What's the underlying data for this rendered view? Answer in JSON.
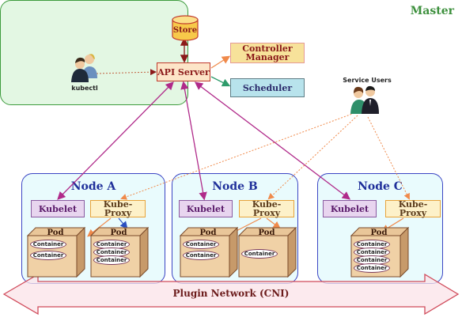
{
  "master": {
    "title": "Master"
  },
  "store": {
    "label": "Store"
  },
  "api_server": {
    "label": "API Server"
  },
  "controller_manager": {
    "label": "Controller Manager"
  },
  "scheduler": {
    "label": "Scheduler"
  },
  "kubectl": {
    "label": "kubectl"
  },
  "service_users": {
    "label": "Service Users"
  },
  "nodes": [
    {
      "title": "Node A",
      "kubelet": "Kubelet",
      "kube_proxy": "Kube-Proxy",
      "pods": [
        {
          "label": "Pod",
          "containers": [
            "Container",
            "Container"
          ]
        },
        {
          "label": "Pod",
          "containers": [
            "Container",
            "Container",
            "Container"
          ]
        }
      ]
    },
    {
      "title": "Node B",
      "kubelet": "Kubelet",
      "kube_proxy": "Kube-Proxy",
      "pods": [
        {
          "label": "Pod",
          "containers": [
            "Container",
            "Container"
          ]
        },
        {
          "label": "Pod",
          "containers": [
            "Container"
          ]
        }
      ]
    },
    {
      "title": "Node C",
      "kubelet": "Kubelet",
      "kube_proxy": "Kube-Proxy",
      "pods": [
        {
          "label": "Pod",
          "containers": [
            "Container",
            "Container",
            "Container",
            "Container"
          ]
        }
      ]
    }
  ],
  "network": {
    "label": "Plugin Network (CNI)"
  },
  "colors": {
    "master_fill": "#e3f7e3",
    "node_fill": "#e9fbfd",
    "api_border": "#c0392b",
    "kubelet_link": "#c03aa0",
    "user_link": "#f08a4b",
    "store_link": "#8b1a1a",
    "sched_link": "#2e9b6b"
  }
}
